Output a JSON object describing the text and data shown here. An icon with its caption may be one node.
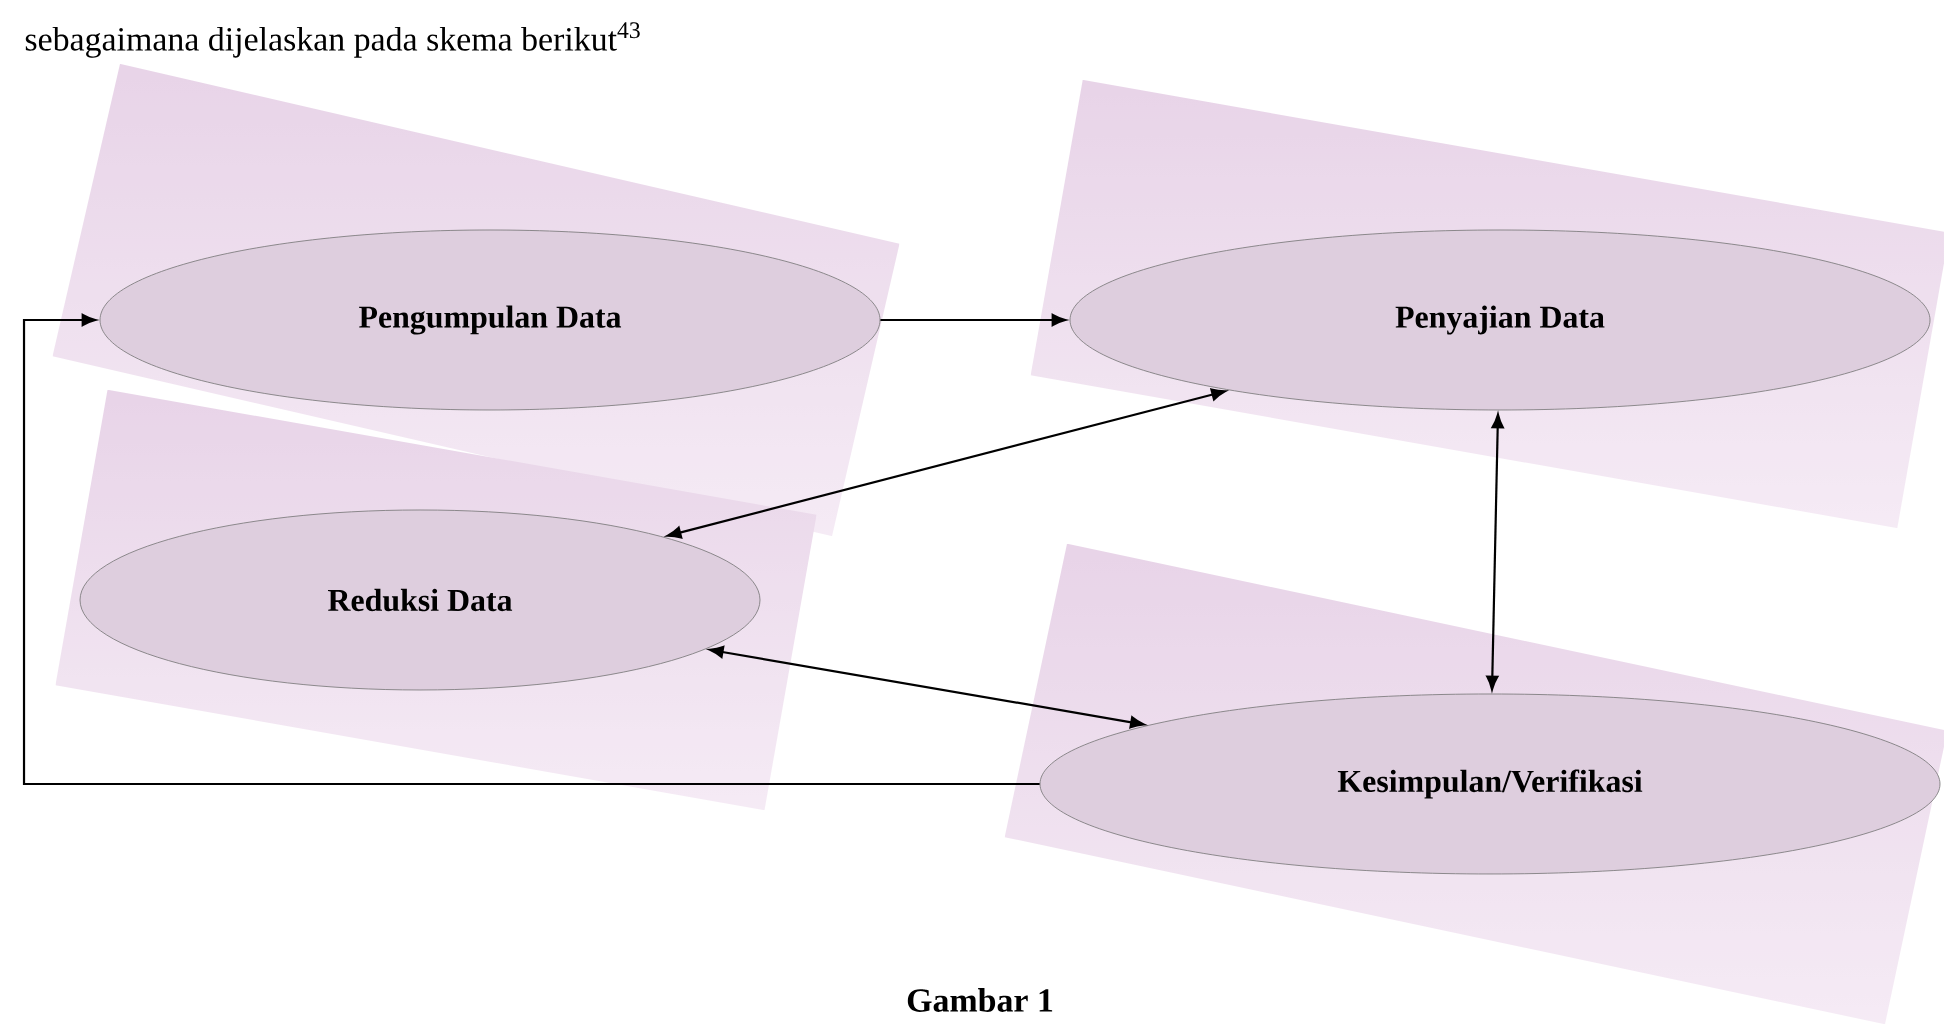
{
  "diagram": {
    "caption": "Gambar 1",
    "nodes": [
      {
        "text": [
          "Pengumpulan Data"
        ]
      },
      {
        "text": [
          "Penyajian Data"
        ]
      },
      {
        "text": [
          "Reduksi Data"
        ]
      },
      {
        "text": [
          "Kesimpulan/Verifikasi"
        ]
      }
    ],
    "edges": [
      {
        "from": 0,
        "to": 1,
        "arrow": "to"
      },
      {
        "from": 2,
        "to": 1,
        "arrow": "both"
      },
      {
        "from": 1,
        "to": 3,
        "arrow": "both"
      },
      {
        "from": 2,
        "to": 3,
        "arrow": "both"
      },
      {
        "from": 3,
        "to": 0,
        "arrow": "to"
      }
    ],
    "labels": [
      "sebagaimana dijelaskan pada skema berikut$^{43}$"
    ]
  }
}
